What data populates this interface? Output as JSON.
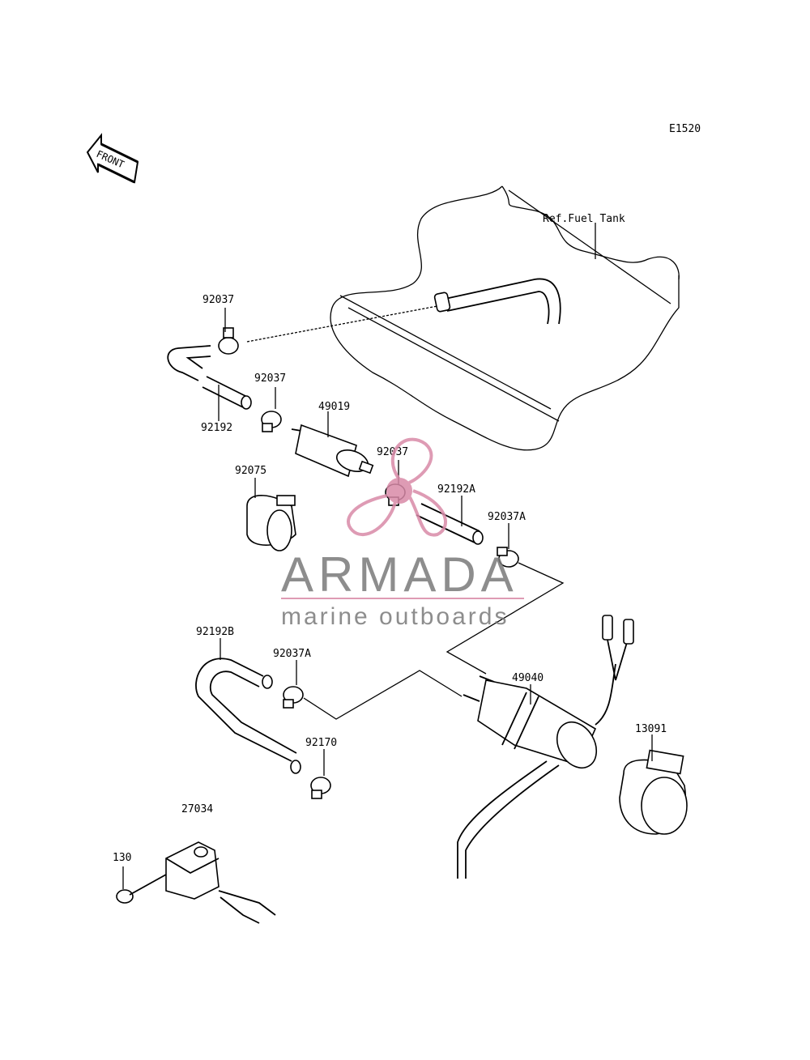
{
  "diagram_code": "E1520",
  "front_arrow_label": "FRONT",
  "ref_label": "Ref.Fuel Tank",
  "parts": {
    "p92037_a": "92037",
    "p92192": "92192",
    "p92037_b": "92037",
    "p49019": "49019",
    "p92075": "92075",
    "p92037_c": "92037",
    "p92192A": "92192A",
    "p92037A_a": "92037A",
    "p92192B": "92192B",
    "p92037A_b": "92037A",
    "p49040": "49040",
    "p92170": "92170",
    "p13091": "13091",
    "p27034": "27034",
    "p130": "130"
  },
  "watermark": {
    "title": "ARMADA",
    "subtitle": "marine outboards",
    "accent_color": "#d98aa8",
    "text_color": "#7a7a7a"
  }
}
